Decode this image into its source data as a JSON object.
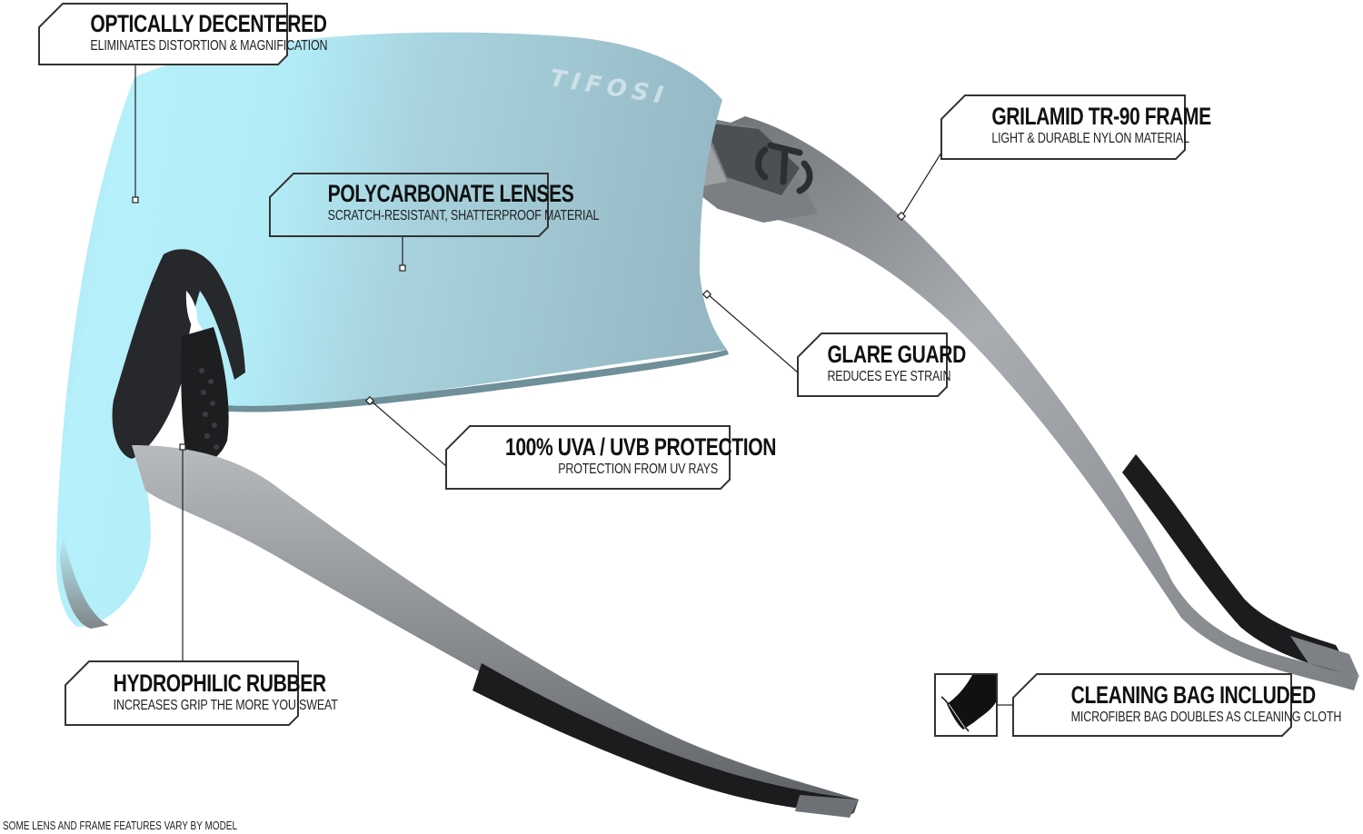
{
  "brand": {
    "logo_text": "TIFOSI"
  },
  "colors": {
    "lens_light": "#b3eef8",
    "lens_mid": "#a7d3df",
    "lens_dark": "#8fb3c0",
    "frame_gray": "#8d9094",
    "rubber_black": "#1c1c1e",
    "callout_border": "#333333",
    "text_dark": "#111111"
  },
  "callouts": [
    {
      "id": "optically-decentered",
      "title": "OPTICALLY DECENTERED",
      "subtitle": "ELIMINATES DISTORTION & MAGNIFICATION"
    },
    {
      "id": "polycarbonate-lenses",
      "title": "POLYCARBONATE LENSES",
      "subtitle": "SCRATCH-RESISTANT, SHATTERPROOF MATERIAL"
    },
    {
      "id": "grilamid-frame",
      "title": "GRILAMID TR-90 FRAME",
      "subtitle": "LIGHT & DURABLE NYLON MATERIAL"
    },
    {
      "id": "glare-guard",
      "title": "GLARE GUARD",
      "subtitle": "REDUCES EYE STRAIN"
    },
    {
      "id": "uv-protection",
      "title": "100% UVA / UVB PROTECTION",
      "subtitle": "PROTECTION FROM UV RAYS"
    },
    {
      "id": "hydrophilic-rubber",
      "title": "HYDROPHILIC RUBBER",
      "subtitle": "INCREASES GRIP THE MORE YOU SWEAT"
    },
    {
      "id": "cleaning-bag",
      "title": "CLEANING BAG INCLUDED",
      "subtitle": "MICROFIBER BAG DOUBLES AS CLEANING CLOTH"
    }
  ],
  "footnote": "SOME LENS AND FRAME FEATURES VARY BY MODEL"
}
